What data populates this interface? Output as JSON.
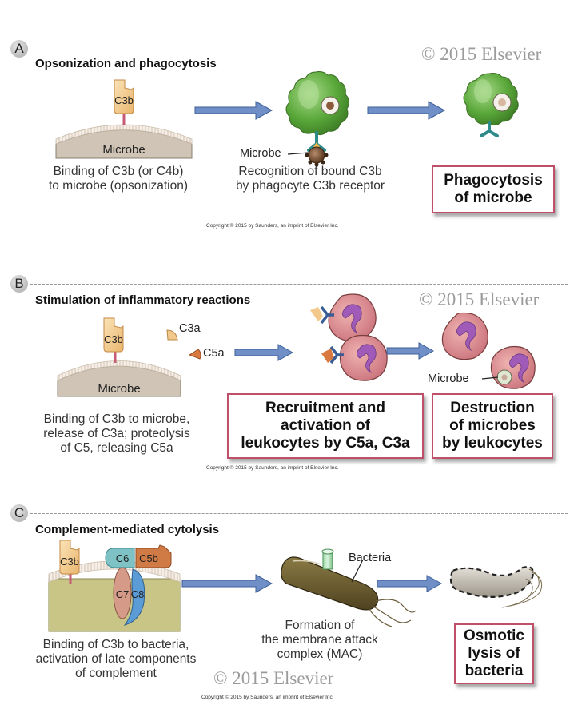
{
  "watermark": "© 2015 Elsevier",
  "copyright": "Copyright © 2015 by Saunders, an imprint of Elsevier Inc.",
  "colors": {
    "arrow_fill": "#6f8fc6",
    "arrow_stroke": "#3d5f9a",
    "result_border": "#c0506a",
    "c3b_fill": "#f2c98a",
    "c5a_fill": "#d9793f",
    "phagocyte_green": "#5aa83a",
    "neutrophil_pink": "#d98a8f",
    "nucleus_purple": "#9b4fb5",
    "microbe_membrane": "#d9cfc1",
    "bacteria_body": "#c9c586",
    "receptor_teal": "#2f8a8a",
    "receptor_blue": "#3b5d95"
  },
  "panels": [
    {
      "letter": "A",
      "title": "Opsonization and phagocytosis",
      "c3b_label": "C3b",
      "microbe_label": "Microbe",
      "step1_caption": [
        "Binding of C3b (or C4b)",
        "to microbe (opsonization)"
      ],
      "pointer_label": "Microbe",
      "step2_caption": [
        "Recognition of bound C3b",
        "by phagocyte C3b receptor"
      ],
      "result": [
        "Phagocytosis",
        "of microbe"
      ]
    },
    {
      "letter": "B",
      "title": "Stimulation of inflammatory reactions",
      "c3b_label": "C3b",
      "microbe_label": "Microbe",
      "c3a_label": "C3a",
      "c5a_label": "C5a",
      "step1_caption": [
        "Binding of C3b to microbe,",
        "release of C3a; proteolysis",
        "of C5, releasing C5a"
      ],
      "pointer_label": "Microbe",
      "result1": [
        "Recruitment and",
        "activation of",
        "leukocytes by C5a, C3a"
      ],
      "result2": [
        "Destruction",
        "of microbes",
        "by leukocytes"
      ]
    },
    {
      "letter": "C",
      "title": "Complement-mediated cytolysis",
      "c3b_label": "C3b",
      "c6_label": "C6",
      "c5b_label": "C5b",
      "c7_label": "C7",
      "c8_label": "C8",
      "step1_caption": [
        "Binding of C3b to bacteria,",
        "activation of late components",
        "of complement"
      ],
      "bacteria_label": "Bacteria",
      "step2_caption": [
        "Formation of",
        "the membrane attack",
        "complex (MAC)"
      ],
      "result": [
        "Osmotic",
        "lysis of",
        "bacteria"
      ]
    }
  ]
}
